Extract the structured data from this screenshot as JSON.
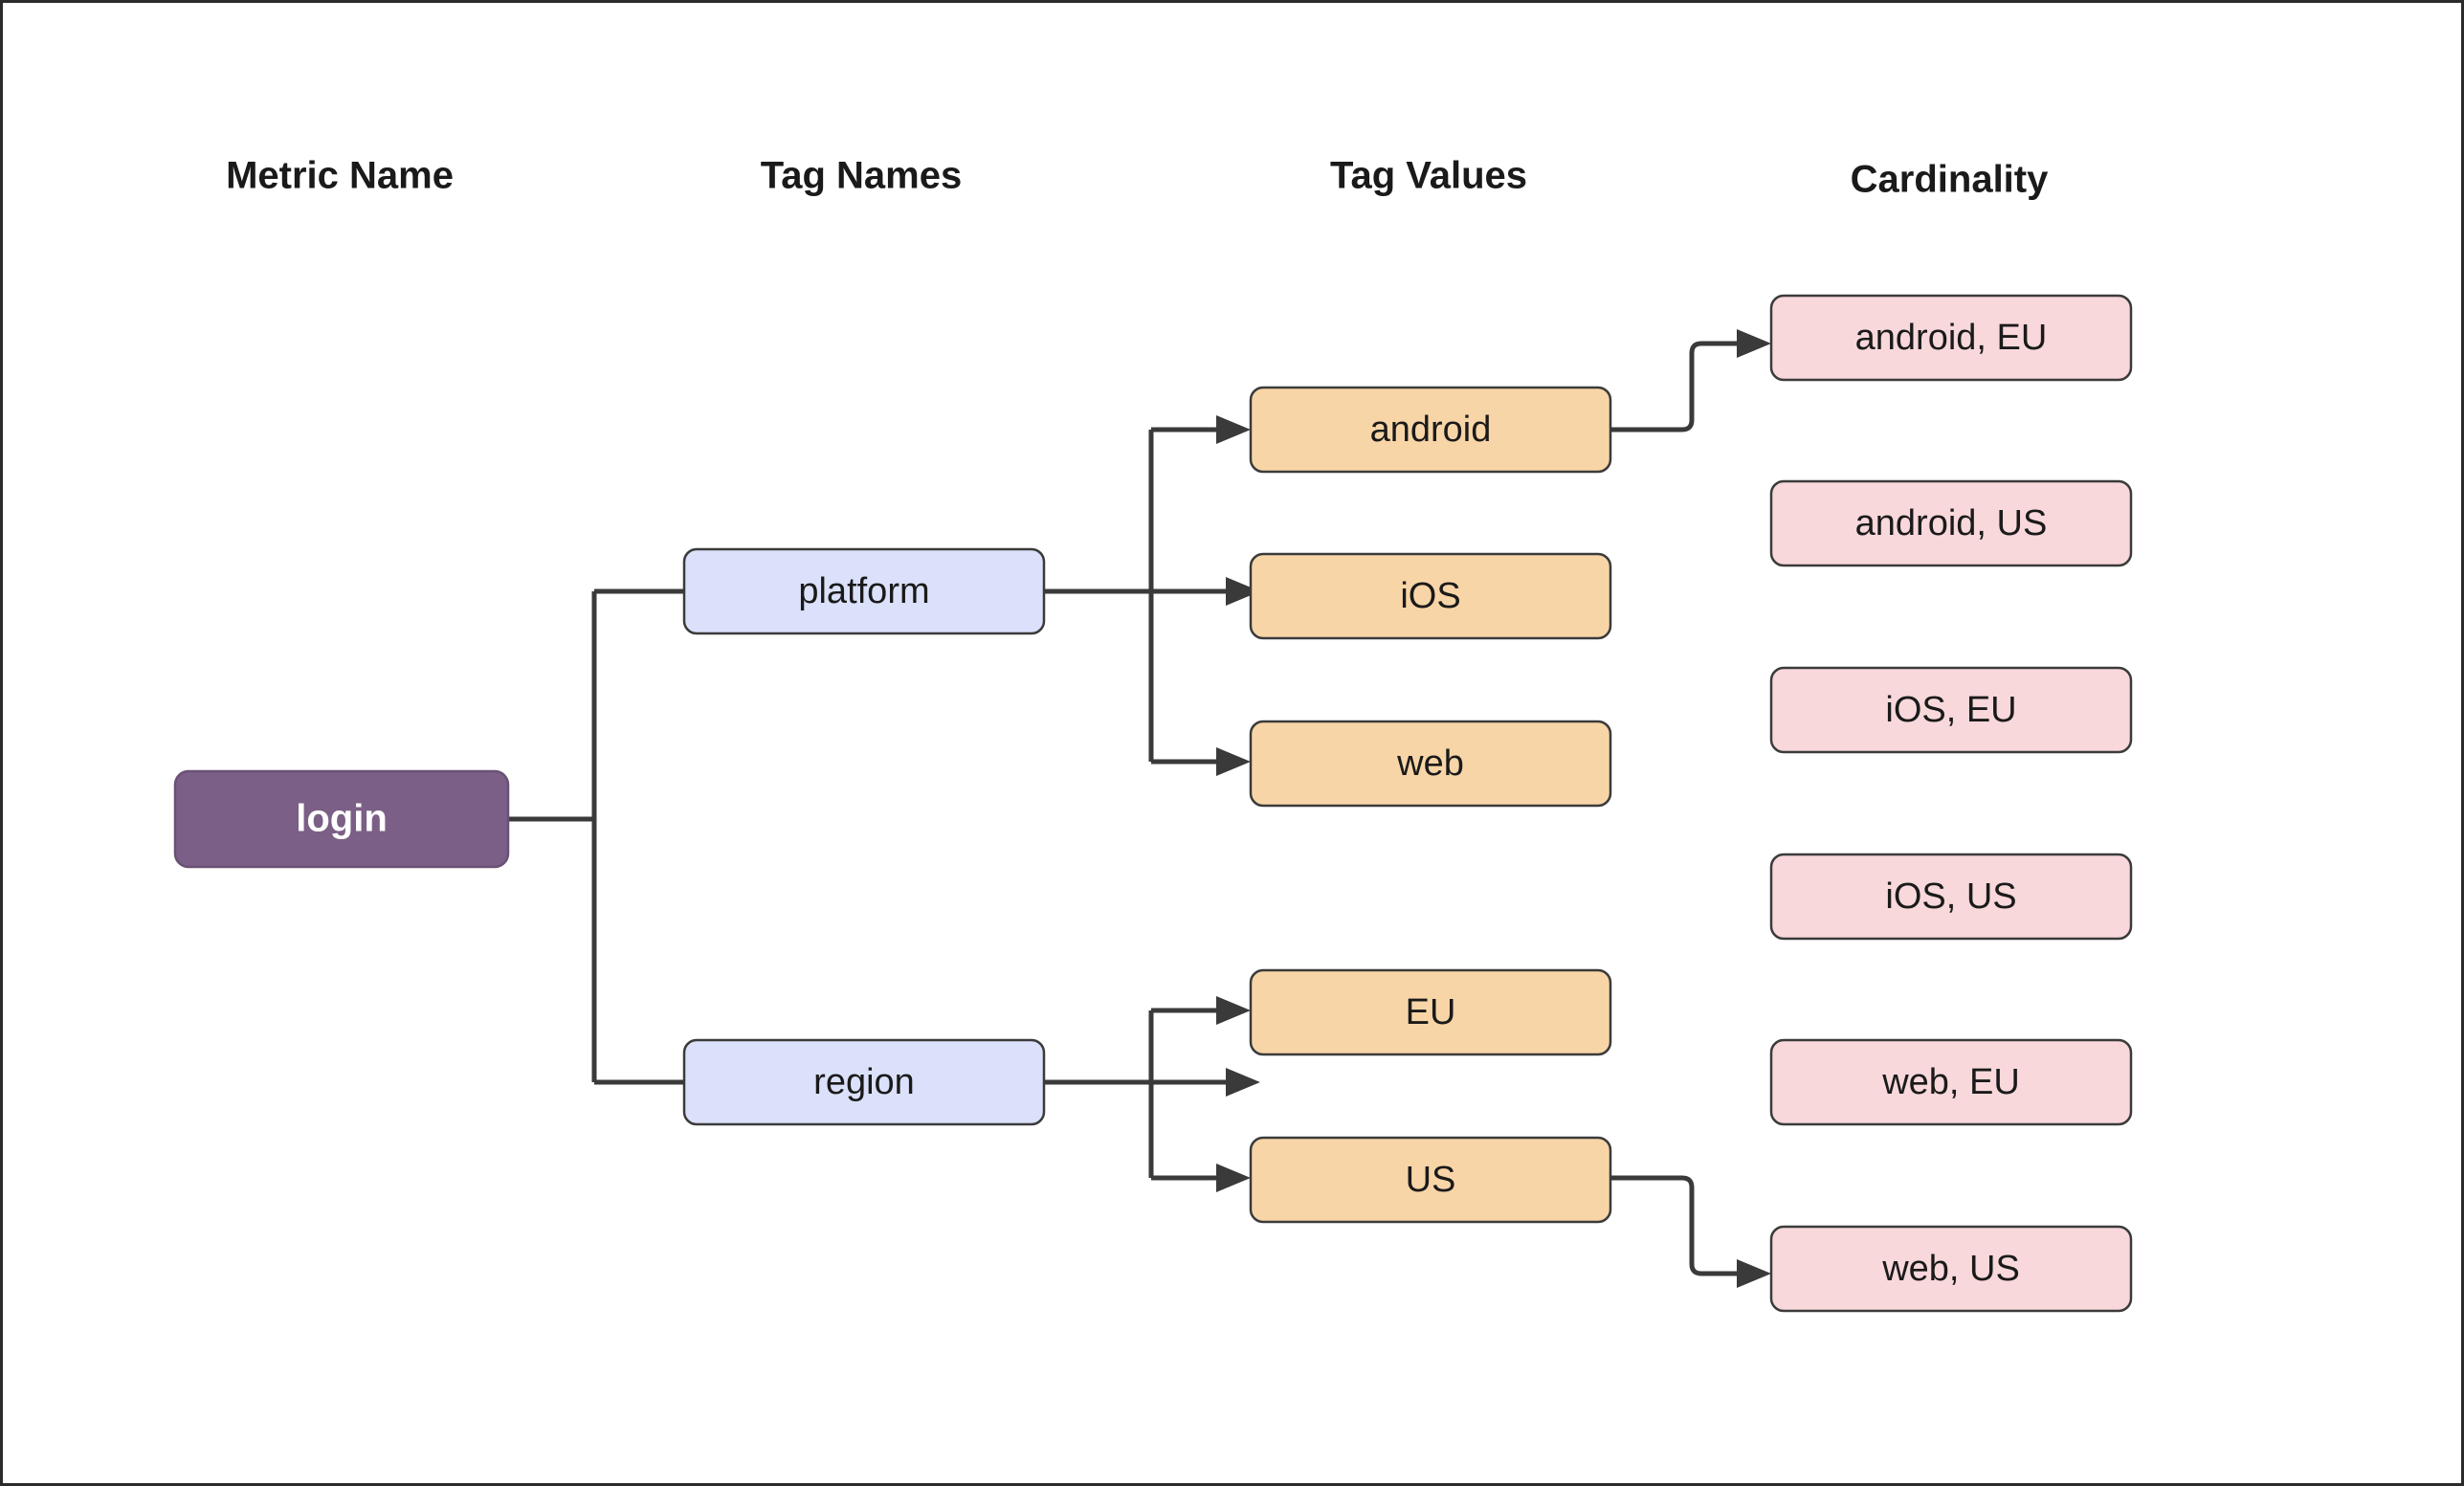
{
  "diagram": {
    "title": "Metric cardinality expansion tree",
    "background_color": "#ffffff",
    "border_color": "#2b2b2b",
    "columns": [
      {
        "id": "metric-name",
        "label": "Metric Name"
      },
      {
        "id": "tag-names",
        "label": "Tag Names"
      },
      {
        "id": "tag-values",
        "label": "Tag Values"
      },
      {
        "id": "cardinality",
        "label": "Cardinality"
      }
    ],
    "colors": {
      "root_fill": "#7b5f86",
      "root_text": "#ffffff",
      "tagname_fill": "#dbe1fa",
      "tagvalue_fill": "#f8d5a7",
      "cardinality_fill": "#f8d8db",
      "node_stroke": "#3b3b3b",
      "edge_stroke": "#3a3a3a",
      "header_text": "#1a1a1a"
    },
    "root": {
      "id": "login",
      "label": "login"
    },
    "tag_names": [
      {
        "id": "platform",
        "label": "platform"
      },
      {
        "id": "region",
        "label": "region"
      }
    ],
    "tag_values": [
      {
        "id": "android",
        "label": "android",
        "parent": "platform"
      },
      {
        "id": "ios",
        "label": "iOS",
        "parent": "platform"
      },
      {
        "id": "web",
        "label": "web",
        "parent": "platform"
      },
      {
        "id": "eu",
        "label": "EU",
        "parent": "region"
      },
      {
        "id": "us",
        "label": "US",
        "parent": "region"
      }
    ],
    "cardinality": [
      {
        "id": "android-eu",
        "label": "android, EU"
      },
      {
        "id": "android-us",
        "label": "android, US"
      },
      {
        "id": "ios-eu",
        "label": "iOS, EU"
      },
      {
        "id": "ios-us",
        "label": "iOS, US"
      },
      {
        "id": "web-eu",
        "label": "web, EU"
      },
      {
        "id": "web-us",
        "label": "web, US"
      }
    ]
  }
}
